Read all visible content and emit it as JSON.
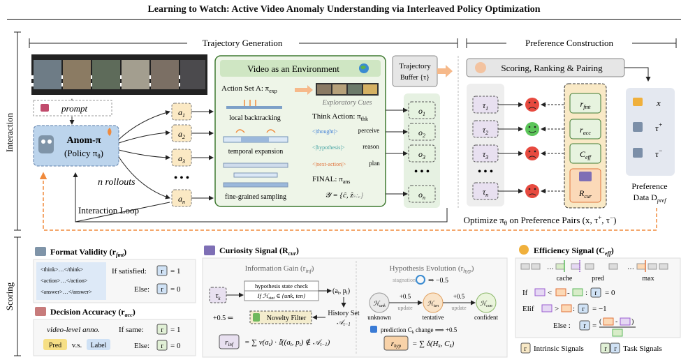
{
  "title": "Learning to Watch: Active Video Anomaly Understanding via Interleaved Policy Optimization",
  "stages": {
    "interaction": "Interaction",
    "scoring": "Scoring"
  },
  "sections": {
    "trajectory": "Trajectory Generation",
    "preference": "Preference Construction"
  },
  "inputs": {
    "plus": "+",
    "prompt": "prompt"
  },
  "policy": {
    "name": "Anom-π",
    "sub": "(Policy π",
    "sub2": "θ",
    "sub3": ")",
    "rollouts": "n rollouts",
    "loop": "Interaction Loop"
  },
  "actions": [
    "a",
    "a",
    "a",
    "a"
  ],
  "action_subs": [
    "1",
    "2",
    "3",
    "n"
  ],
  "env": {
    "title": "Video as an Environment",
    "action_set": "Action Set A: π",
    "action_set_sub": "exp",
    "cues": "Exploratory Cues",
    "ops": [
      "local backtracking",
      "temporal expansion",
      "fine-grained sampling"
    ],
    "think": "Think Action: π",
    "think_sub": "thk",
    "tags": [
      "<|thought|>",
      "<|hypothesis|>",
      "<|next-action|>"
    ],
    "flow": [
      "perceive",
      "reason",
      "plan"
    ],
    "final": "FINAL: π",
    "final_sub": "ans",
    "y": "𝒴 = {ĉ, ẑ"
  },
  "buffer": {
    "line1": "Trajectory",
    "line2": "Buffer {τ}"
  },
  "observations": [
    "o",
    "o",
    "o",
    "o"
  ],
  "obs_subs": [
    "1",
    "2",
    "3",
    "n"
  ],
  "scoring_bar": "Scoring, Ranking & Pairing",
  "taus": [
    "τ",
    "τ",
    "τ",
    "τ"
  ],
  "tau_subs": [
    "1",
    "2",
    "3",
    "n"
  ],
  "rewards": [
    "r",
    "r",
    "C",
    "R"
  ],
  "reward_subs": [
    "fmt",
    "acc",
    "eff",
    "cur"
  ],
  "pref": {
    "x": "x",
    "plus": "τ",
    "minus": "τ",
    "label1": "Preference",
    "label2": "Data D",
    "label_sub": "pref"
  },
  "optimize": "Optimize π",
  "optimize_tail": " on Preference Pairs (x, τ",
  "format": {
    "title": "Format Validity (r",
    "sub": "fmt",
    "tags": [
      "<think>…</think>",
      "<action>…</action>",
      "<answer>…</answer>"
    ],
    "sat": "If satisfied:",
    "else": "Else:",
    "v1": "= 1",
    "v0": "= 0"
  },
  "decision": {
    "title": "Decision Accuracy (r",
    "sub": "acc",
    "anno": "video-level anno.",
    "pred": "Pred",
    "vs": "v.s.",
    "label": "Label",
    "same": "If same:",
    "else": "Else:",
    "v1": "= 1",
    "v0": "= 0"
  },
  "curiosity": {
    "title": "Curiosity Signal (R",
    "sub": "cur",
    "ig": "Information Gain (r",
    "ig_sub": "inf",
    "check": "hypothesis state check",
    "cond": "If ℋ",
    "state": "(a",
    "hist1": "History Set",
    "hist2": "𝒜",
    "plus": "+0.5 ⇐",
    "nf": "Novelty Filter",
    "he": "Hypothesis Evolution (r",
    "he_sub": "hyp",
    "stag": "stagnation",
    "stag_val": "⇒ −0.5",
    "h_states": [
      "unknown",
      "tentative",
      "confident"
    ],
    "h_labels": [
      "ℋ",
      "ℋ",
      "ℋ"
    ],
    "h_subs": [
      "unk",
      "ten",
      "con"
    ],
    "up": "+0.5",
    "update": "update",
    "change": "prediction C",
    "change_tail": " change ⟹ +0.5"
  },
  "efficiency": {
    "title": "Efficiency Signal (C",
    "sub": "eff",
    "marks": [
      "cache",
      "pred",
      "max"
    ],
    "if": "If",
    "elif": "Elif",
    "else": "Else :",
    "v0": "= 0",
    "vm": "= −1"
  },
  "legend": {
    "intrinsic": "Intrinsic Signals",
    "task": "Task Signals"
  },
  "colors": {
    "accent_orange": "#f08a3c",
    "env_green": "#3f7a31",
    "policy_blue": "#bcd4ec"
  }
}
